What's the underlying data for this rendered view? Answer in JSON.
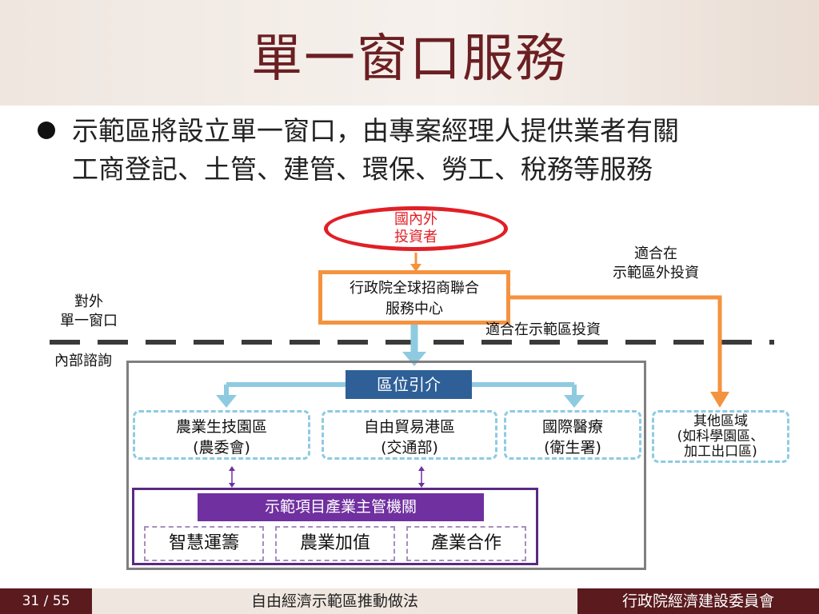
{
  "title": "單一窗口服務",
  "bullet": {
    "line1": "示範區將設立單一窗口，由專案經理人提供業者有關",
    "line2": "工商登記、土管、建管、環保、勞工、稅務等服務"
  },
  "diagram": {
    "investor": {
      "line1": "國內外",
      "line2": "投資者"
    },
    "center": {
      "line1": "行政院全球招商聯合",
      "line2": "服務中心"
    },
    "outside_label": {
      "line1": "適合在",
      "line2": "示範區外投資"
    },
    "inside_label": "適合在示範區投資",
    "external_window": {
      "line1": "對外",
      "line2": "單一窗口"
    },
    "internal_consult": "內部諮詢",
    "zone_intro": "區位引介",
    "zones": [
      {
        "line1": "農業生技園區",
        "line2": "(農委會)"
      },
      {
        "line1": "自由貿易港區",
        "line2": "(交通部)"
      },
      {
        "line1": "國際醫療",
        "line2": "(衛生署)"
      }
    ],
    "other_zone": {
      "line1": "其他區域",
      "line2": "(如科學園區、",
      "line3": "加工出口區)"
    },
    "authority": "示範項目產業主管機關",
    "services": [
      "智慧運籌",
      "農業加值",
      "產業合作"
    ]
  },
  "footer": {
    "page": "31 / 55",
    "center": "自由經濟示範區推動做法",
    "org": "行政院經濟建設委員會"
  },
  "colors": {
    "title": "#6b1f22",
    "investor_red": "#e11f26",
    "orange": "#f5923e",
    "light_blue": "#8ecbe1",
    "dark_blue": "#2e5f97",
    "purple": "#7030a0",
    "footer_dark": "#5a1a1e"
  }
}
